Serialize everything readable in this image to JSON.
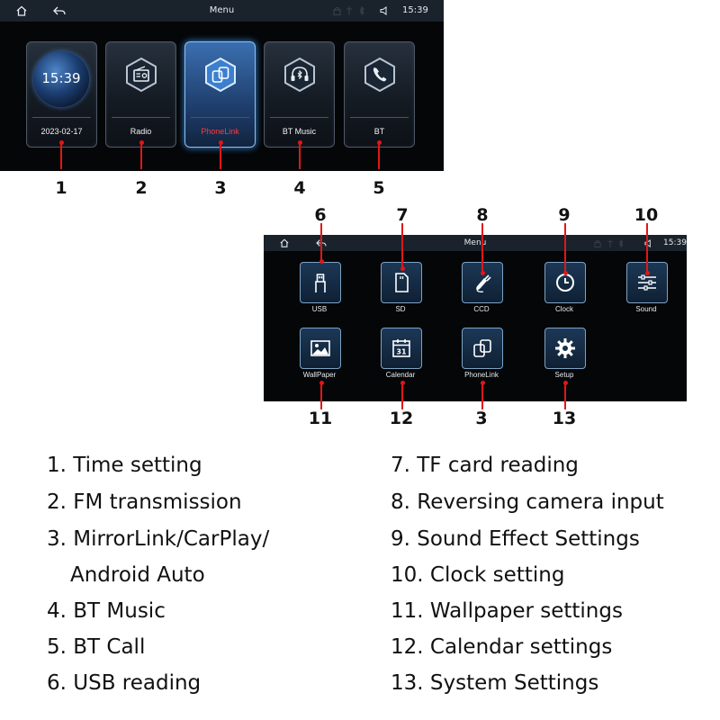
{
  "screen1": {
    "statusbar": {
      "title": "Menu",
      "time": "15:39",
      "home_icon": "home-icon",
      "back_icon": "back-icon",
      "volume_icon": "volume-icon"
    },
    "cards": [
      {
        "label": "2023-02-17",
        "clock": "15:39",
        "icon": "globe-clock"
      },
      {
        "label": "Radio",
        "icon": "radio-icon"
      },
      {
        "label": "PhoneLink",
        "icon": "phonelink-icon",
        "selected": true
      },
      {
        "label": "BT Music",
        "icon": "bluetooth-music-icon"
      },
      {
        "label": "BT",
        "icon": "phone-icon"
      }
    ]
  },
  "screen2": {
    "statusbar": {
      "title": "Menu",
      "time": "15:39",
      "home_icon": "home-icon",
      "back_icon": "back-icon",
      "volume_icon": "volume-icon"
    },
    "tiles": [
      {
        "label": "USB",
        "icon": "usb-icon"
      },
      {
        "label": "SD",
        "icon": "sd-card-icon"
      },
      {
        "label": "CCD",
        "icon": "camera-cable-icon"
      },
      {
        "label": "Clock",
        "icon": "clock-icon"
      },
      {
        "label": "Sound",
        "icon": "equalizer-icon"
      },
      {
        "label": "WallPaper",
        "icon": "wallpaper-icon"
      },
      {
        "label": "Calendar",
        "icon": "calendar-icon",
        "icon_text": "31"
      },
      {
        "label": "PhoneLink",
        "icon": "phonelink-icon"
      },
      {
        "label": "Setup",
        "icon": "gear-icon"
      }
    ]
  },
  "callouts": [
    "1",
    "2",
    "3",
    "4",
    "5",
    "6",
    "7",
    "8",
    "9",
    "10",
    "11",
    "12",
    "3",
    "13"
  ],
  "accent_color": "#e01717",
  "legend": {
    "left": [
      "1. Time setting",
      "2. FM transmission",
      "3. MirrorLink/CarPlay/",
      "Android Auto",
      "4. BT Music",
      "5. BT Call",
      "6. USB reading"
    ],
    "right": [
      "7. TF card reading",
      "8. Reversing camera input",
      "9. Sound Effect Settings",
      "10. Clock setting",
      "11. Wallpaper settings",
      "12. Calendar settings",
      "13. System Settings"
    ]
  }
}
